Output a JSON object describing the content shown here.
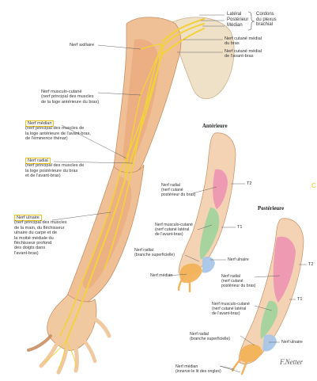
{
  "brace": {
    "lateral": "Latéral",
    "posterieur": "Postérieur",
    "median": "Médian",
    "group": [
      "Cordons",
      "du plexus",
      "brachial"
    ]
  },
  "main_labels": {
    "axillaire": "Nerf axillaire",
    "cutane_median_bras": [
      "Nerf cutané médial",
      "du bras"
    ],
    "cutane_median_avantbras": [
      "Nerf cutané médial",
      "de l'avant-bras"
    ],
    "musculo_cutane": [
      "Nerf musculo-cutané",
      "(nerf principal des muscles",
      "de la loge antérieure du bras)"
    ],
    "median_nerf": [
      "Nerf médian",
      "(nerf principal des muscles de",
      "la loge antérieure de l'avant-bras,",
      "de l'éminence thénar)"
    ],
    "radial_nerf": [
      "Nerf radial",
      "(nerf principal des muscles de",
      "la loge postérieure du bras",
      "et de l'avant-bras)"
    ],
    "ulnaire_nerf": [
      "Nerf ulnaire",
      "(nerf principal des muscles",
      "de la main, du fléchisseur",
      "ulnaire du carpe et de",
      "la moitié médiale du",
      "fléchisseur profond",
      "des doigts dans",
      "l'avant-bras)"
    ]
  },
  "anterior": {
    "title": "Antérieure",
    "t2": "T2",
    "t1": "T1",
    "radial": [
      "Nerf radial",
      "(nerf cutané",
      "postérieur du bras)"
    ],
    "musculo": [
      "Nerf musculo-cutané",
      "(nerf cutané latéral",
      "de l'avant-bras)"
    ],
    "radial_superficielle": [
      "Nerf radial",
      "(branche superficielle)"
    ],
    "ulnaire": "Nerf ulnaire",
    "median": "Nerf médian"
  },
  "posterior": {
    "title": "Postérieure",
    "t2": "T2",
    "t1": "T1",
    "radial": [
      "Nerf radial",
      "(nerf cutané",
      "postérieur du bras)"
    ],
    "musculo": [
      "Nerf musculo-cutané",
      "(nerf cutané latéral",
      "de l'avant-bras)"
    ],
    "radial_superficielle": [
      "Nerf radial",
      "(branche superficielle)"
    ],
    "ulnaire": "Nerf ulnaire",
    "median": [
      "Nerf médian",
      "(innerve le lit des ongles)"
    ]
  },
  "signature": "F.Netter",
  "edge_mark": "C",
  "colors": {
    "skin": "#f1c9a1",
    "muscle": "#e9b28a",
    "nerve": "#f2d23c",
    "pink_radial": "#ec8fb2",
    "green_musculo": "#9fd49b",
    "blue_ulnar": "#a9c6e8",
    "orange_median": "#f2b25a",
    "highlight_box": "#e6c61a"
  }
}
